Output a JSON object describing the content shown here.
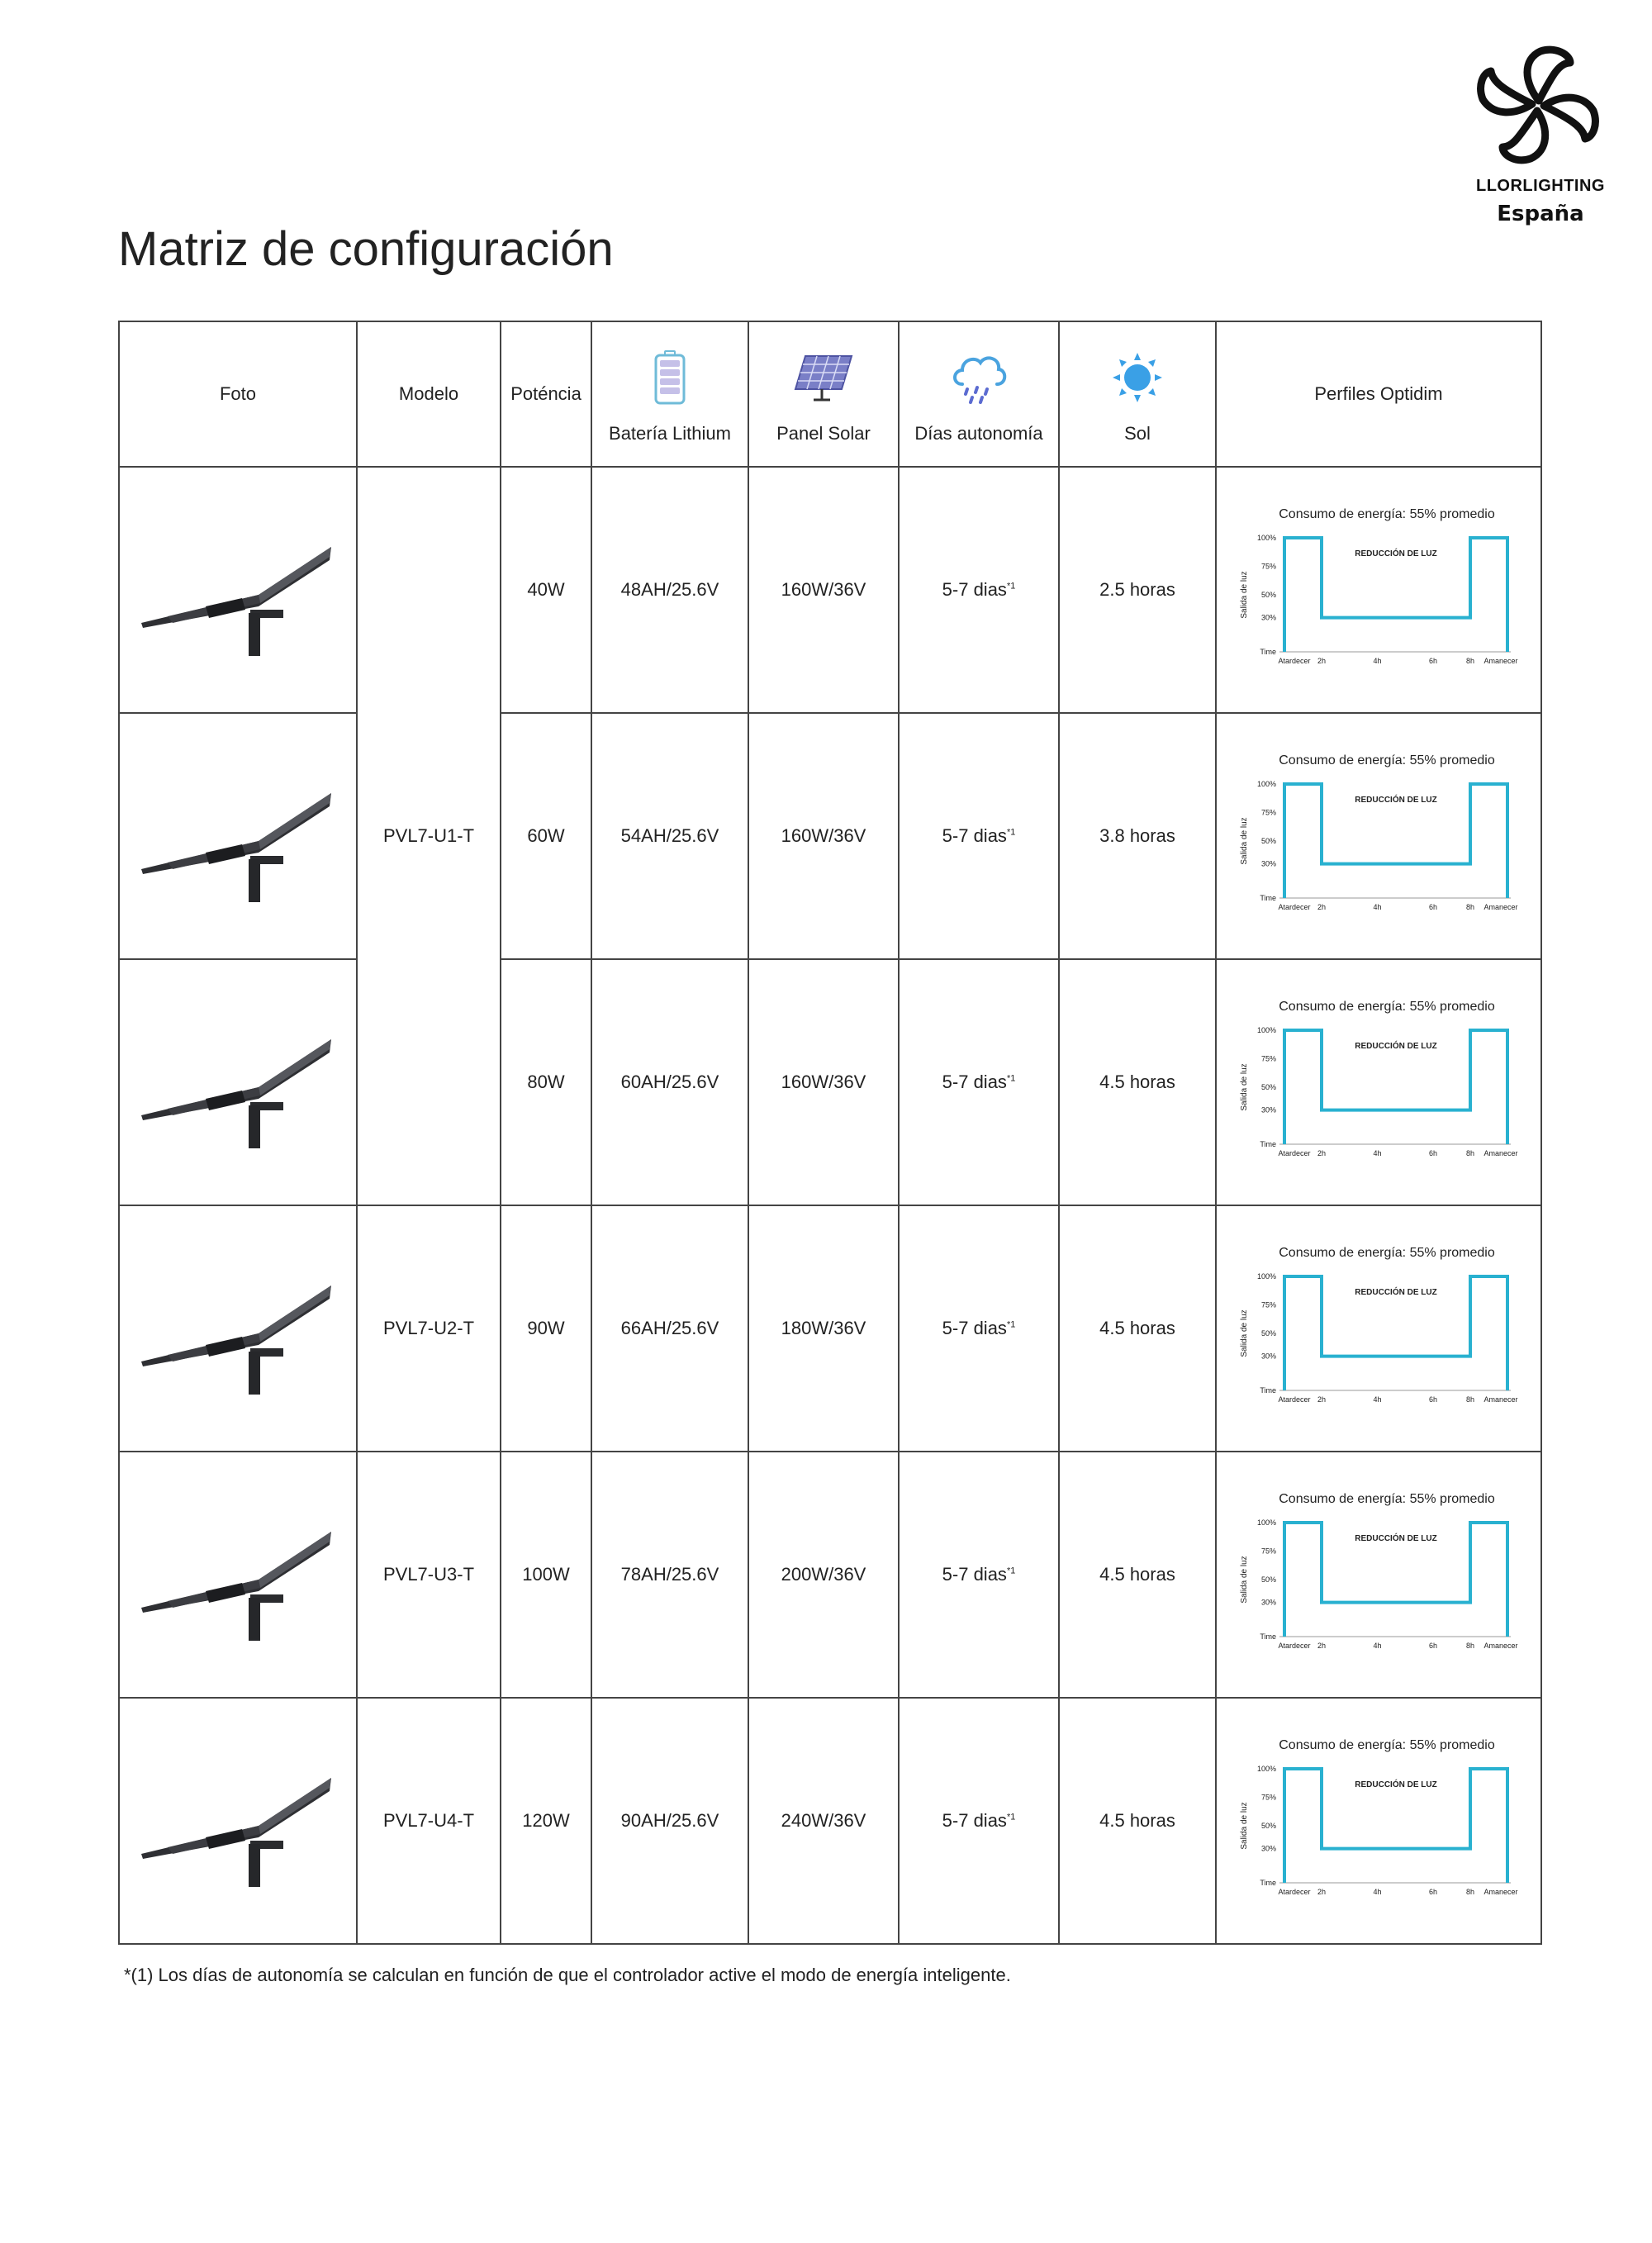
{
  "brand": {
    "name": "LLORLIGHTING",
    "country": "España",
    "icon": "pinwheel-logo-icon"
  },
  "page_title": "Matriz de configuración",
  "headers": {
    "foto": "Foto",
    "modelo": "Modelo",
    "potencia": "Poténcia",
    "bateria": "Batería Lithium",
    "panel": "Panel Solar",
    "dias": "Días autonomía",
    "sol": "Sol",
    "perfiles": "Perfiles Optidim"
  },
  "header_icons": {
    "bateria": "battery-icon",
    "panel": "solar-panel-icon",
    "dias": "rain-cloud-icon",
    "sol": "sun-icon"
  },
  "rows": [
    {
      "power": "40W",
      "battery": "48AH/25.6V",
      "panel": "160W/36V",
      "days": "5-7 dias",
      "days_sup": "*1",
      "sun": "2.5 horas"
    },
    {
      "power": "60W",
      "battery": "54AH/25.6V",
      "panel": "160W/36V",
      "days": "5-7 dias",
      "days_sup": "*1",
      "sun": "3.8 horas"
    },
    {
      "power": "80W",
      "battery": "60AH/25.6V",
      "panel": "160W/36V",
      "days": "5-7 dias",
      "days_sup": "*1",
      "sun": "4.5 horas"
    },
    {
      "power": "90W",
      "battery": "66AH/25.6V",
      "panel": "180W/36V",
      "days": "5-7 dias",
      "days_sup": "*1",
      "sun": "4.5 horas"
    },
    {
      "power": "100W",
      "battery": "78AH/25.6V",
      "panel": "200W/36V",
      "days": "5-7 dias",
      "days_sup": "*1",
      "sun": "4.5 horas"
    },
    {
      "power": "120W",
      "battery": "90AH/25.6V",
      "panel": "240W/36V",
      "days": "5-7 dias",
      "days_sup": "*1",
      "sun": "4.5 horas"
    }
  ],
  "models": {
    "u1": "PVL7-U1-T",
    "u2": "PVL7-U2-T",
    "u3": "PVL7-U3-T",
    "u4": "PVL7-U4-T"
  },
  "profile": {
    "title": "Consumo de energía: 55% promedio",
    "ylabel": "Salida de luz",
    "yticks": [
      "100%",
      "75%",
      "50%",
      "30%",
      "Time"
    ],
    "xticks": [
      "Atardecer",
      "2h",
      "4h",
      "6h",
      "8h",
      "Amanecer"
    ],
    "annotation": "REDUCCIÓN DE LUZ",
    "line_color": "#29b1d0"
  },
  "chart_data": {
    "type": "line",
    "title": "Consumo de energía: 55% promedio",
    "ylabel": "Salida de luz",
    "x": [
      "Atardecer",
      "2h",
      "2h",
      "8h",
      "8h",
      "Amanecer"
    ],
    "series": [
      {
        "values": [
          100,
          100,
          30,
          30,
          100,
          100
        ]
      }
    ],
    "annotations": [
      "REDUCCIÓN DE LUZ"
    ],
    "ylim": [
      0,
      100
    ]
  },
  "footnote": "*(1) Los días de autonomía se calculan en función de que el controlador active el modo de energía inteligente."
}
